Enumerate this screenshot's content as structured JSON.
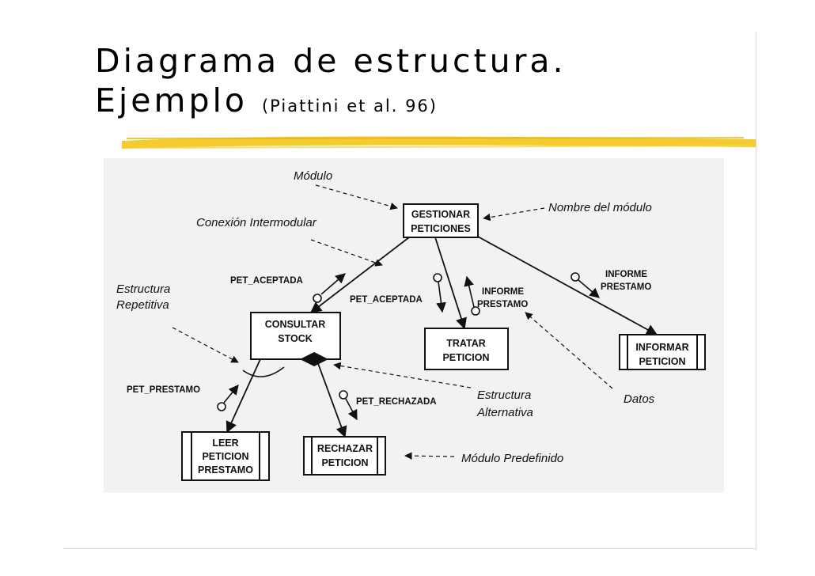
{
  "slide": {
    "title_line1": "Diagrama de estructura.",
    "title_line2": "Ejemplo",
    "citation": "(Piattini et al. 96)"
  },
  "colors": {
    "highlight": "#f5c518",
    "panel": "#f2f2f2",
    "ink": "#111111"
  },
  "diagram": {
    "modules": {
      "gestionar": [
        "GESTIONAR",
        "PETICIONES"
      ],
      "consultar": [
        "CONSULTAR",
        "STOCK"
      ],
      "tratar": [
        "TRATAR",
        "PETICION"
      ],
      "informar": [
        "INFORMAR",
        "PETICION"
      ],
      "leer": [
        "LEER",
        "PETICION",
        "PRESTAMO"
      ],
      "rechazar": [
        "RECHAZAR",
        "PETICION"
      ]
    },
    "flows": {
      "pet_aceptada_1": "PET_ACEPTADA",
      "pet_aceptada_2": "PET_ACEPTADA",
      "informe_prestamo_1": [
        "INFORME",
        "PRESTAMO"
      ],
      "informe_prestamo_2": [
        "INFORME",
        "PRESTAMO"
      ],
      "pet_prestamo": "PET_PRESTAMO",
      "pet_rechazada": "PET_RECHAZADA"
    },
    "annotations": {
      "modulo": "Módulo",
      "nombre_modulo": "Nombre del módulo",
      "conexion": "Conexión Intermodular",
      "estructura_repetitiva": [
        "Estructura",
        "Repetitiva"
      ],
      "estructura_alternativa": [
        "Estructura",
        "Alternativa"
      ],
      "datos": "Datos",
      "modulo_predefinido": "Módulo Predefinido"
    }
  }
}
